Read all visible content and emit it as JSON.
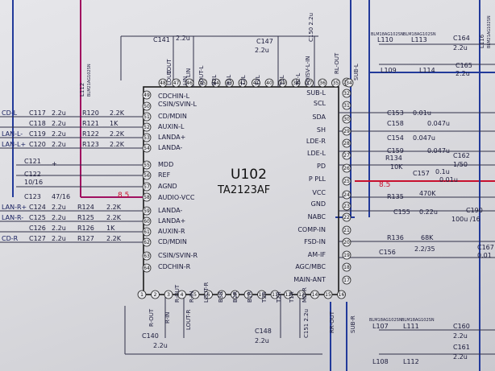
{
  "ic": {
    "designator": "U102",
    "part_number": "TA2123AF"
  },
  "pins": {
    "left": [
      "CDCHIN-L",
      "CSIN/SVIN-L",
      "CD/MDIN",
      "AUXIN-L",
      "LANDA+",
      "LANDA-",
      "MDD",
      "REF",
      "AGND",
      "AUDIO-VCC",
      "LANDA-",
      "LANDA+",
      "AUXIN-R",
      "CD/MDIN",
      "CSIN/SVIN-R",
      "CDCHIN-R",
      ""
    ],
    "right": [
      "SUB-L",
      "SCL",
      "SDA",
      "SH",
      "LDE-R",
      "LDE-L",
      "PD",
      "P PLL",
      "VCC",
      "GND",
      "NABC",
      "COMP-IN",
      "FSD-IN",
      "AM-IF",
      "AGC/MBC",
      "MAIN-ANT"
    ],
    "top": [
      "LOUT",
      "LIN",
      "LOUT-L",
      "B2L",
      "B1L",
      "T3L",
      "T2L",
      "T1L",
      "TC-L",
      "FDISV-L-IN"
    ],
    "bottom": [
      "R-OUT",
      "R-IN",
      "LOUT-R",
      "B3R",
      "B2R",
      "B1R",
      "T3R",
      "T2R",
      "T1R",
      "MD-R"
    ]
  },
  "pin_numbers": {
    "left": [
      "49",
      "50",
      "51",
      "52",
      "53",
      "54",
      "55",
      "56",
      "57",
      "58",
      "59",
      "60",
      "61",
      "62",
      "63",
      "64"
    ],
    "right": [
      "33",
      "32",
      "31",
      "30",
      "29",
      "28",
      "27",
      "26",
      "25",
      "24",
      "23",
      "22",
      "21",
      "20",
      "19",
      "18",
      "17"
    ],
    "top": [
      "48",
      "47",
      "46",
      "45",
      "44",
      "43",
      "42",
      "41",
      "40",
      "39",
      "38",
      "37",
      "36",
      "35",
      "34"
    ],
    "bottom": [
      "1",
      "2",
      "3",
      "4",
      "5",
      "6",
      "7",
      "8",
      "9",
      "10",
      "11",
      "12",
      "13",
      "14",
      "15",
      "16"
    ]
  },
  "left_nets": [
    "CD-L",
    "LAN-L-",
    "LAN-L+",
    "LAN-R+",
    "LAN-R-",
    "CD-R"
  ],
  "left_caps": [
    "C117",
    "C118",
    "C119",
    "C120",
    "C124",
    "C125",
    "C126",
    "C127"
  ],
  "left_cap_values": [
    "2.2u",
    "2.2u",
    "2.2u",
    "2.2u",
    "2.2u",
    "2.2u",
    "2.2u",
    "2.2u"
  ],
  "left_res": [
    "R120",
    "R121",
    "R122",
    "R123",
    "R124",
    "R125",
    "R126",
    "R127"
  ],
  "left_res_values": [
    "2.2K",
    "1K",
    "2.2K",
    "2.2K",
    "2.2K",
    "2.2K",
    "1K",
    "2.2K"
  ],
  "left_misc": [
    "C121",
    "C122",
    "10/16",
    "C123",
    "47/16",
    "+"
  ],
  "voltage_left": "8.5",
  "voltage_right": "8.5",
  "right_parts": [
    "C153",
    "0.01u",
    "C158",
    "0.047u",
    "C154",
    "0.047u",
    "C159",
    "0.047u",
    "R134",
    "10K",
    "C162",
    "1/50",
    "C157",
    "0.1u",
    "0.01u",
    "R135",
    "470K",
    "C155",
    "0.22u",
    "C190",
    "100u /16",
    "R136",
    "68K",
    "C156",
    "2.2/35",
    "C167",
    "0.01"
  ],
  "top_parts": [
    "C141",
    "2.2u",
    "C147",
    "2.2u",
    "L110",
    "L113",
    "C164",
    "2.2u",
    "L109",
    "L114",
    "C165",
    "2.2u",
    "BLM18AG102SN",
    "BLM18AG102SN"
  ],
  "top_rot": [
    "LOUT",
    "LIN",
    "C150 2.2u",
    "RL-OUT",
    "SUB-L",
    "L112",
    "BLM21AG102SN",
    "L116",
    "BLM21AG102SN"
  ],
  "bottom_parts": [
    "C140",
    "2.2u",
    "C148",
    "2.2u",
    "L107",
    "L111",
    "L108",
    "L112",
    "C160",
    "2.2u",
    "C161",
    "2.2u",
    "BLM18AG102SN",
    "BLM18AG102SN"
  ],
  "bottom_rot": [
    "R-OUT",
    "R-IN",
    "LOUT-R",
    "C151 2.2u",
    "RR-OUT",
    "SUB-R"
  ]
}
